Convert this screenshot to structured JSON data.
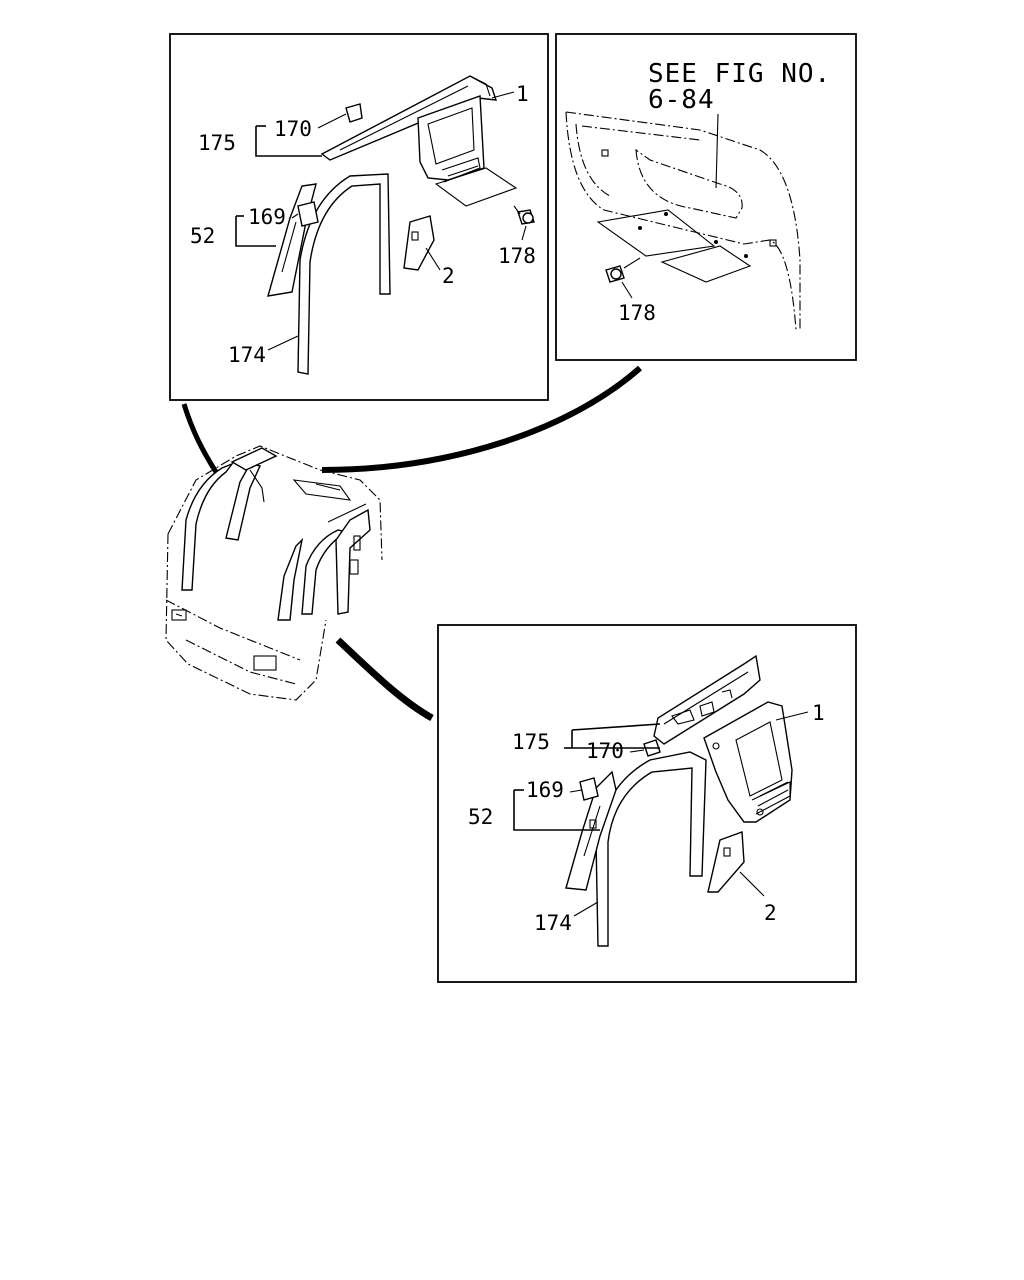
{
  "reference_note": {
    "line1": "SEE FIG NO.",
    "line2": "6-84"
  },
  "top_left_panel": {
    "labels": {
      "p1": "1",
      "p2": "2",
      "p52": "52",
      "p169": "169",
      "p170": "170",
      "p174": "174",
      "p175": "175",
      "p178": "178"
    }
  },
  "top_right_panel": {
    "labels": {
      "p178": "178"
    }
  },
  "bottom_right_panel": {
    "labels": {
      "p1": "1",
      "p2": "2",
      "p52": "52",
      "p169": "169",
      "p170": "170",
      "p174": "174",
      "p175": "175"
    }
  }
}
